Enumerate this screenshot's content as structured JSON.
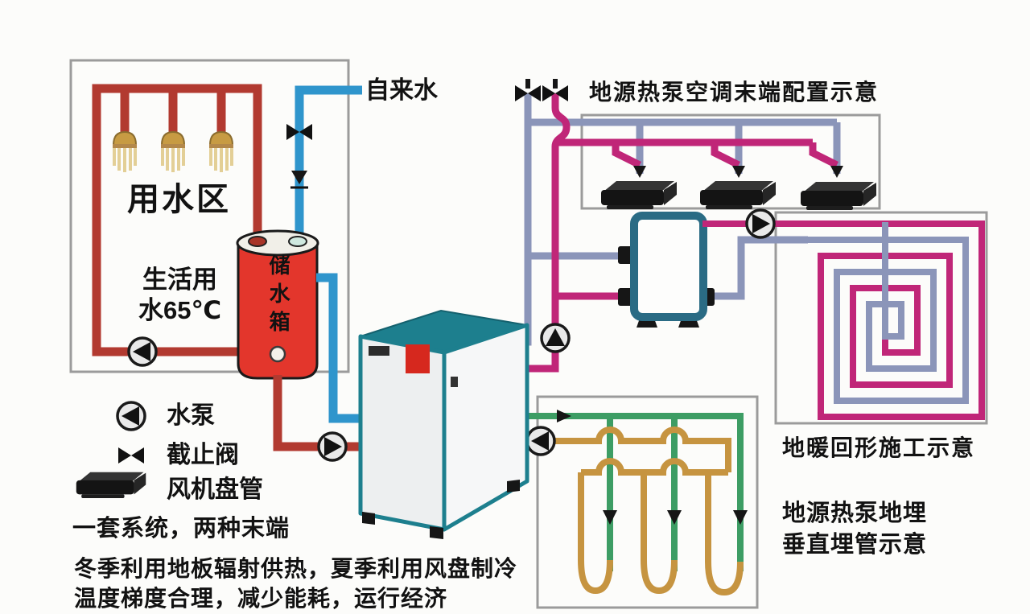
{
  "colors": {
    "red_pipe": "#b23a30",
    "tank_red": "#e3362c",
    "tap_blue": "#2f95cc",
    "magenta": "#c02678",
    "blue_gray": "#8b95b9",
    "green": "#3d9d64",
    "orange": "#c69440",
    "teal": "#1d7f8e",
    "tank_teal": "#2a6b84",
    "box_gray": "#9b9b9b",
    "gold": "#c79b43",
    "spray": "#e3cf96"
  },
  "left_section": {
    "tap_water_label": "自来水",
    "area_label": "用水区",
    "domestic_line1": "生活用",
    "domestic_line2": "水65℃",
    "tank_label": "储水箱"
  },
  "fan_coil_section": {
    "title": "地源热泵空调末端配置示意"
  },
  "floor_heating_section": {
    "caption": "地暖回形施工示意"
  },
  "ground_loop_section": {
    "caption_line1": "地源热泵地埋",
    "caption_line2": "垂直埋管示意"
  },
  "legend": {
    "items": [
      {
        "icon": "pump-icon",
        "label": "水泵"
      },
      {
        "icon": "stop-valve-icon",
        "label": "截止阀"
      },
      {
        "icon": "fan-coil-icon",
        "label": "风机盘管"
      }
    ]
  },
  "notes": {
    "line1": "一套系统，两种末端",
    "line2": "冬季利用地板辐射供热，夏季利用风盘制冷",
    "line3": "温度梯度合理，减少能耗，运行经济"
  }
}
